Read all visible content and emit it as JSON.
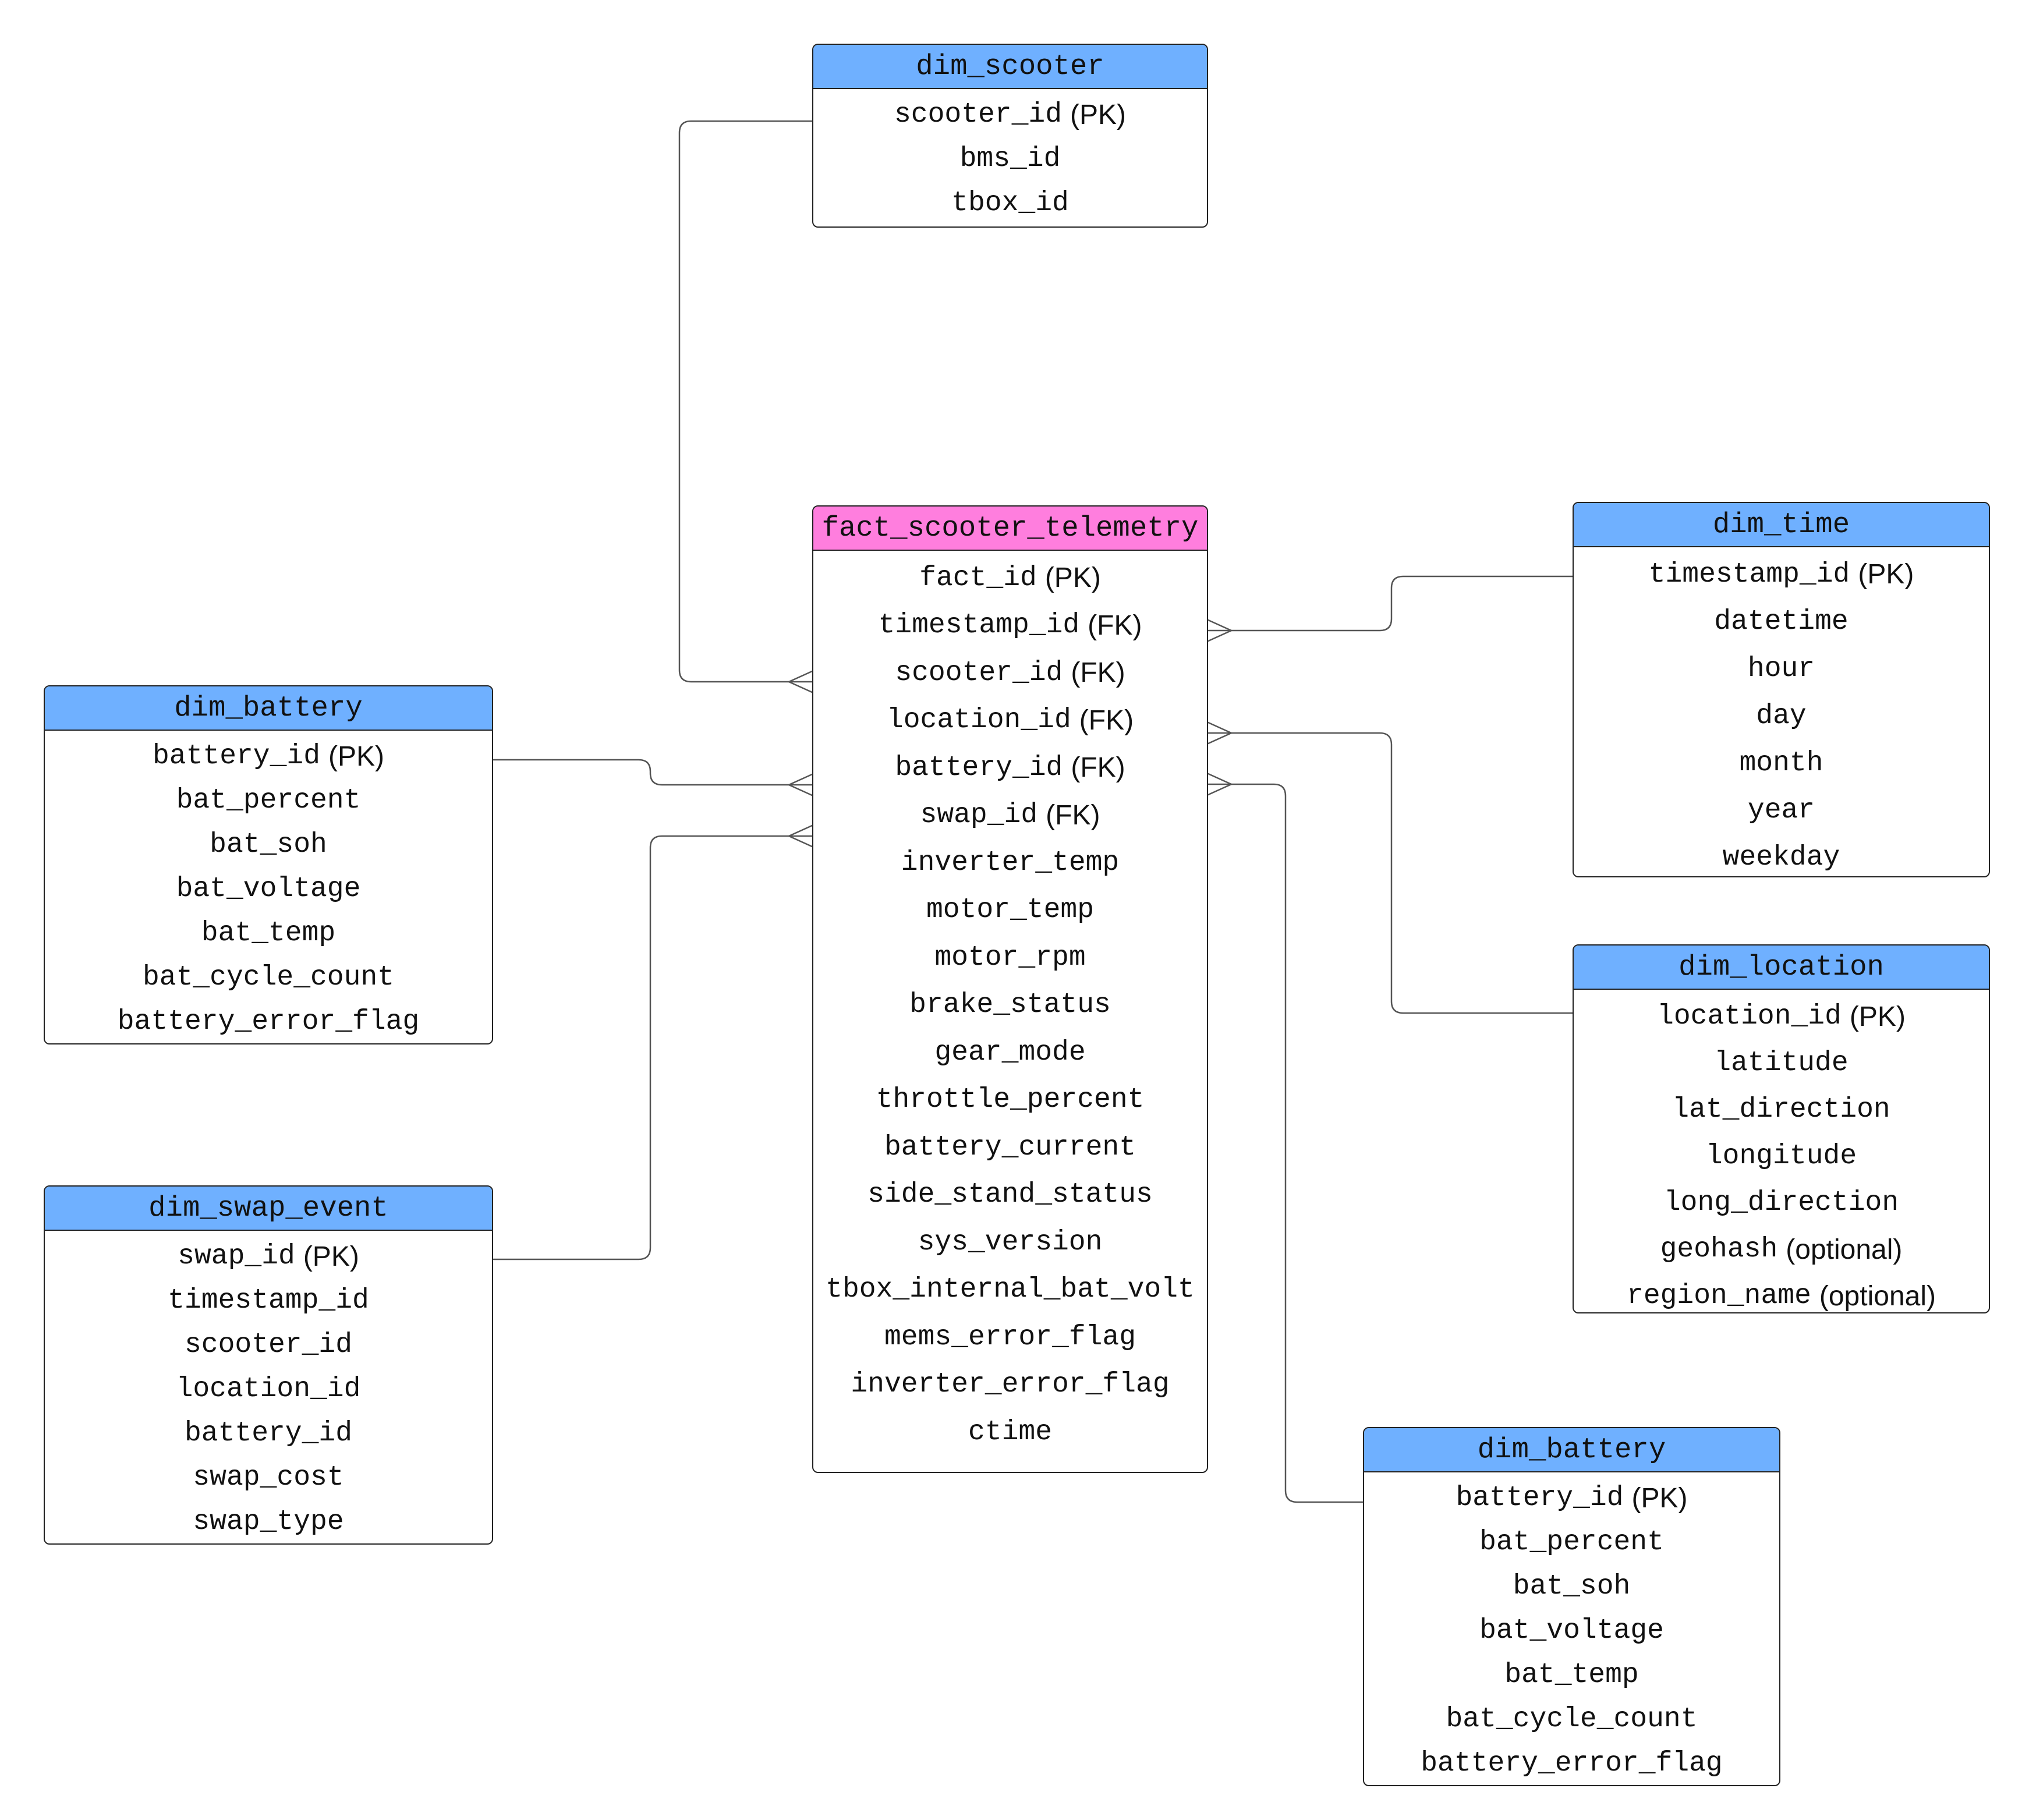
{
  "colors": {
    "dimension_header": "#6fb0ff",
    "fact_header": "#ff7ede",
    "border": "#222222",
    "connector": "#555555"
  },
  "entities": {
    "dim_scooter": {
      "title": "dim_scooter",
      "fields": [
        {
          "name": "scooter_id",
          "tag": "(PK)"
        },
        {
          "name": "bms_id",
          "tag": ""
        },
        {
          "name": "tbox_id",
          "tag": ""
        }
      ]
    },
    "fact_scooter_telemetry": {
      "title": "fact_scooter_telemetry",
      "fields": [
        {
          "name": "fact_id",
          "tag": "(PK)"
        },
        {
          "name": "timestamp_id",
          "tag": "(FK)"
        },
        {
          "name": "scooter_id",
          "tag": "(FK)"
        },
        {
          "name": "location_id",
          "tag": "(FK)"
        },
        {
          "name": "battery_id",
          "tag": "(FK)"
        },
        {
          "name": "swap_id",
          "tag": "(FK)"
        },
        {
          "name": "inverter_temp",
          "tag": ""
        },
        {
          "name": "motor_temp",
          "tag": ""
        },
        {
          "name": "motor_rpm",
          "tag": ""
        },
        {
          "name": "brake_status",
          "tag": ""
        },
        {
          "name": "gear_mode",
          "tag": ""
        },
        {
          "name": "throttle_percent",
          "tag": ""
        },
        {
          "name": "battery_current",
          "tag": ""
        },
        {
          "name": "side_stand_status",
          "tag": ""
        },
        {
          "name": "sys_version",
          "tag": ""
        },
        {
          "name": "tbox_internal_bat_volt",
          "tag": ""
        },
        {
          "name": "mems_error_flag",
          "tag": ""
        },
        {
          "name": "inverter_error_flag",
          "tag": ""
        },
        {
          "name": "ctime",
          "tag": ""
        }
      ]
    },
    "dim_time": {
      "title": "dim_time",
      "fields": [
        {
          "name": "timestamp_id",
          "tag": "(PK)"
        },
        {
          "name": "datetime",
          "tag": ""
        },
        {
          "name": "hour",
          "tag": ""
        },
        {
          "name": "day",
          "tag": ""
        },
        {
          "name": "month",
          "tag": ""
        },
        {
          "name": "year",
          "tag": ""
        },
        {
          "name": "weekday",
          "tag": ""
        }
      ]
    },
    "dim_battery_left": {
      "title": "dim_battery",
      "fields": [
        {
          "name": "battery_id",
          "tag": "(PK)"
        },
        {
          "name": "bat_percent",
          "tag": ""
        },
        {
          "name": "bat_soh",
          "tag": ""
        },
        {
          "name": "bat_voltage",
          "tag": ""
        },
        {
          "name": "bat_temp",
          "tag": ""
        },
        {
          "name": "bat_cycle_count",
          "tag": ""
        },
        {
          "name": "battery_error_flag",
          "tag": ""
        }
      ]
    },
    "dim_location": {
      "title": "dim_location",
      "fields": [
        {
          "name": "location_id",
          "tag": "(PK)"
        },
        {
          "name": "latitude",
          "tag": ""
        },
        {
          "name": "lat_direction",
          "tag": ""
        },
        {
          "name": "longitude",
          "tag": ""
        },
        {
          "name": "long_direction",
          "tag": ""
        },
        {
          "name": "geohash",
          "tag": "(optional)"
        },
        {
          "name": "region_name",
          "tag": "(optional)"
        }
      ]
    },
    "dim_swap_event": {
      "title": "dim_swap_event",
      "fields": [
        {
          "name": "swap_id",
          "tag": "(PK)"
        },
        {
          "name": "timestamp_id",
          "tag": ""
        },
        {
          "name": "scooter_id",
          "tag": ""
        },
        {
          "name": "location_id",
          "tag": ""
        },
        {
          "name": "battery_id",
          "tag": ""
        },
        {
          "name": "swap_cost",
          "tag": ""
        },
        {
          "name": "swap_type",
          "tag": ""
        }
      ]
    },
    "dim_battery_right": {
      "title": "dim_battery",
      "fields": [
        {
          "name": "battery_id",
          "tag": "(PK)"
        },
        {
          "name": "bat_percent",
          "tag": ""
        },
        {
          "name": "bat_soh",
          "tag": ""
        },
        {
          "name": "bat_voltage",
          "tag": ""
        },
        {
          "name": "bat_temp",
          "tag": ""
        },
        {
          "name": "bat_cycle_count",
          "tag": ""
        },
        {
          "name": "battery_error_flag",
          "tag": ""
        }
      ]
    }
  },
  "relationships": [
    {
      "from": "dim_scooter.scooter_id",
      "to": "fact_scooter_telemetry.scooter_id",
      "cardinality": "one-to-many"
    },
    {
      "from": "dim_time.timestamp_id",
      "to": "fact_scooter_telemetry.timestamp_id",
      "cardinality": "one-to-many"
    },
    {
      "from": "dim_battery.battery_id",
      "to": "fact_scooter_telemetry.battery_id",
      "cardinality": "one-to-many"
    },
    {
      "from": "dim_location.location_id",
      "to": "fact_scooter_telemetry.location_id",
      "cardinality": "one-to-many"
    },
    {
      "from": "dim_swap_event.swap_id",
      "to": "fact_scooter_telemetry.swap_id",
      "cardinality": "one-to-many"
    },
    {
      "from": "dim_battery.battery_id",
      "to": "fact_scooter_telemetry.battery_id",
      "cardinality": "one-to-many"
    }
  ]
}
